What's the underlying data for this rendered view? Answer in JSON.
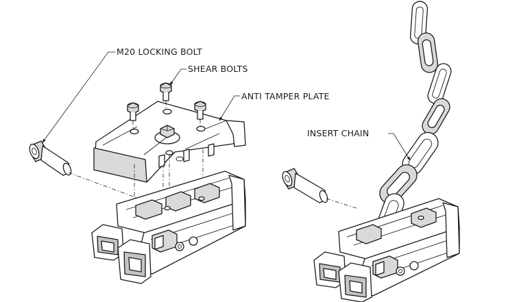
{
  "labels": {
    "locking_bolt": "M20 LOCKING BOLT",
    "shear_bolts": "SHEAR BOLTS",
    "anti_tamper_plate": "ANTI TAMPER PLATE",
    "insert_chain": "INSERT CHAIN"
  },
  "colors": {
    "ink": "#1a1a1a",
    "shade": "#d9d9d9",
    "background": "#ffffff"
  }
}
